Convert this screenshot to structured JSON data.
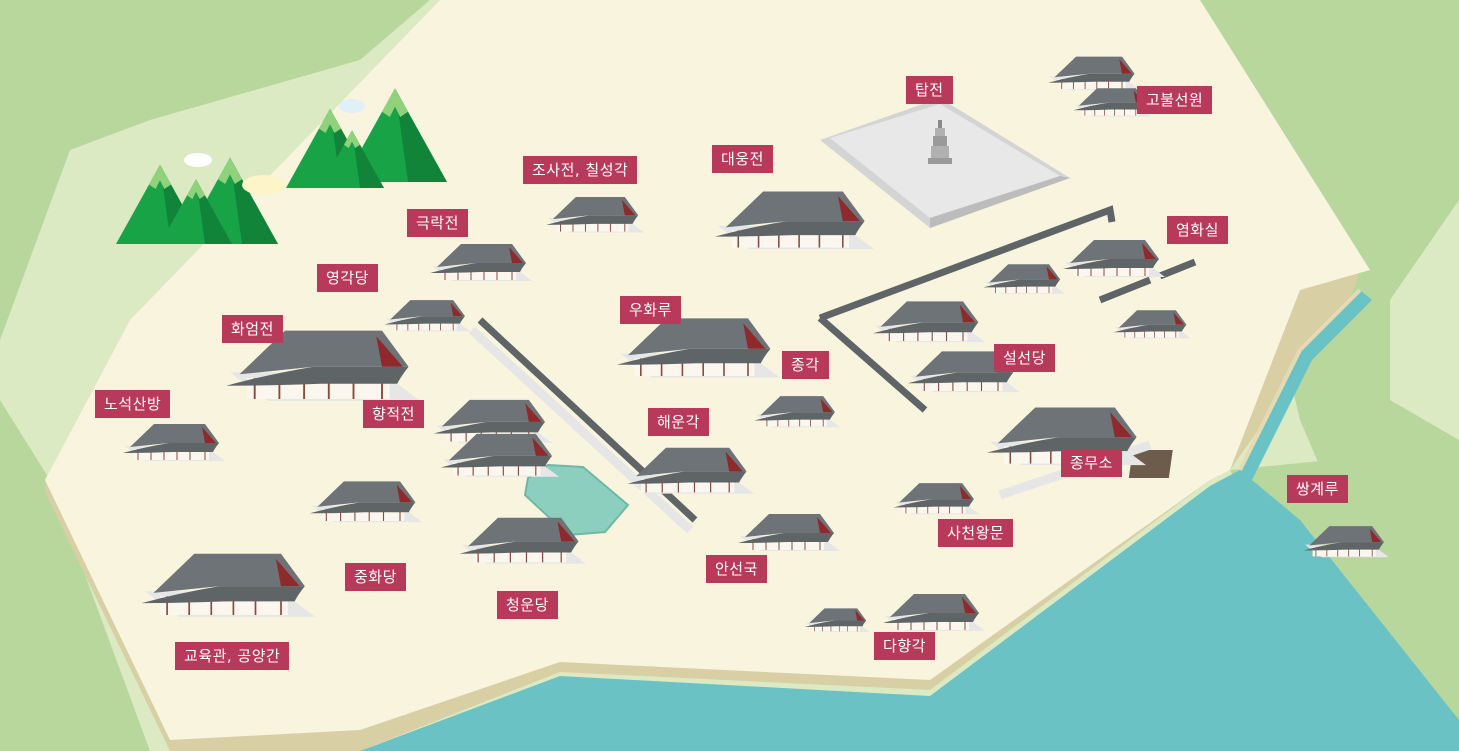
{
  "colors": {
    "background": "#dbeac3",
    "hill": "#b7d79c",
    "ground": "#f8f4de",
    "ground_edge": "#d9cfa5",
    "water": "#6bc2c4",
    "roof": "#5f6467",
    "roof_accent": "#8e2a2b",
    "label": "#b83a5a",
    "pond": "#8ccfbf",
    "tree": "#19a347"
  },
  "labels": {
    "tapjeon": "탑전",
    "gobul": "고불선원",
    "josa": "조사전, 칠성각",
    "daeung": "대웅전",
    "geukrak": "극락전",
    "yeomhwa": "염화실",
    "yeonggak": "영각당",
    "uhwa": "우화루",
    "hwaeom": "화엄전",
    "jonggak": "종각",
    "seolseon": "설선당",
    "noseok": "노석산방",
    "hyangjeok": "향적전",
    "haeun": "해운각",
    "jongmu": "종무소",
    "ssanggye": "쌍계루",
    "sacheon": "사천왕문",
    "junghwa": "중화당",
    "anseon": "안선국",
    "cheongun": "청운당",
    "dahyang": "다향각",
    "gyoyuk": "교육관, 공양간"
  }
}
